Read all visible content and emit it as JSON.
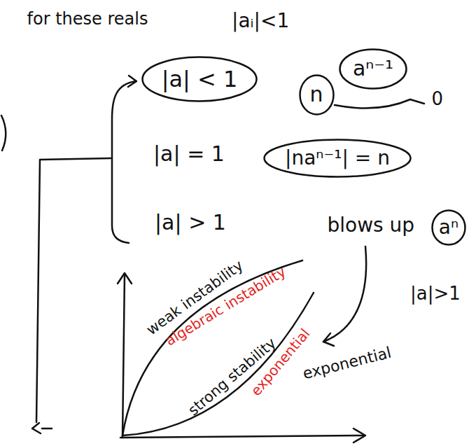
{
  "diagram": {
    "nodes": [
      {
        "text": [
          "|a| < 1"
        ]
      },
      {
        "text": [
          "n"
        ]
      },
      {
        "text": [
          "aⁿ⁻¹"
        ]
      },
      {
        "text": [
          "|naⁿ⁻¹| = n"
        ]
      },
      {
        "text": [
          "aⁿ"
        ]
      }
    ],
    "labels": [
      "for these reals",
      "|aᵢ|<1",
      "0",
      "|a| = 1",
      "|a| > 1",
      "blows up",
      "|a|>1",
      "weak instability",
      "algebraic instability",
      "strong stability",
      "exponential",
      "exponential"
    ]
  }
}
